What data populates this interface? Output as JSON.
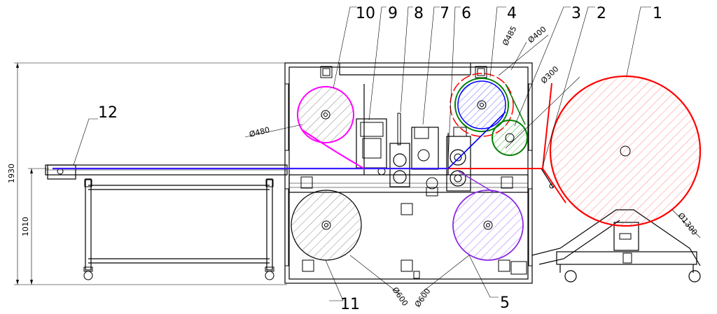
{
  "drawing": {
    "item_labels": [
      "1",
      "2",
      "3",
      "4",
      "5",
      "6",
      "7",
      "8",
      "9",
      "10",
      "11",
      "12"
    ],
    "diameters": {
      "roll_1": "Ø1300",
      "roll_4_outer": "Ø485",
      "roll_4_inner": "Ø400",
      "roll_3": "Ø300",
      "roll_10": "Ø480",
      "roll_11": "Ø600",
      "roll_5": "Ø600"
    },
    "dimensions": {
      "overall_height": "1930",
      "table_height": "1010"
    },
    "colors": {
      "roll_1": "#ff0000",
      "roll_4": "#0000ff",
      "roll_4_ring": "#008000",
      "roll_4_dashed": "#ff0000",
      "roll_3": "#008000",
      "roll_10": "#ff00ff",
      "roll_5": "#8a2be2",
      "roll_11": "#000000",
      "web_blue": "#3a1cff",
      "web_red": "#ff0000"
    }
  }
}
